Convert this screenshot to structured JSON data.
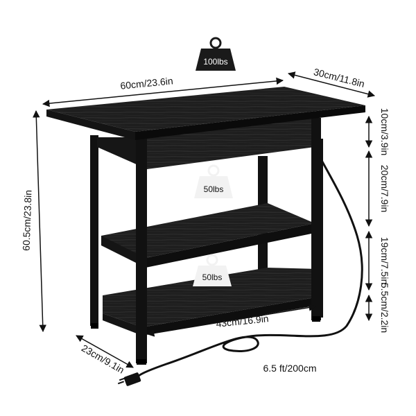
{
  "weights": {
    "top": "100lbs",
    "middle_shelf": "50lbs",
    "bottom_shelf": "50lbs"
  },
  "dimensions": {
    "width_top": "60cm/23.6in",
    "depth_top": "30cm/11.8in",
    "height_total": "60.5cm/23.8in",
    "drawer_height": "10cm/3.9in",
    "upper_gap": "20cm/7.9in",
    "lower_gap": "19cm/7.5in",
    "ground_clearance": "5.5cm/2.2in",
    "bottom_width": "43cm/16.9in",
    "bottom_depth": "23cm/9.1in",
    "cord_length": "6.5 ft/200cm"
  },
  "colors": {
    "wood": "#1e1e1e",
    "wood_dark": "#0e0e0e",
    "wood_grain": "#3a3a3a",
    "frame": "#111111",
    "dimension_line": "#111111"
  }
}
